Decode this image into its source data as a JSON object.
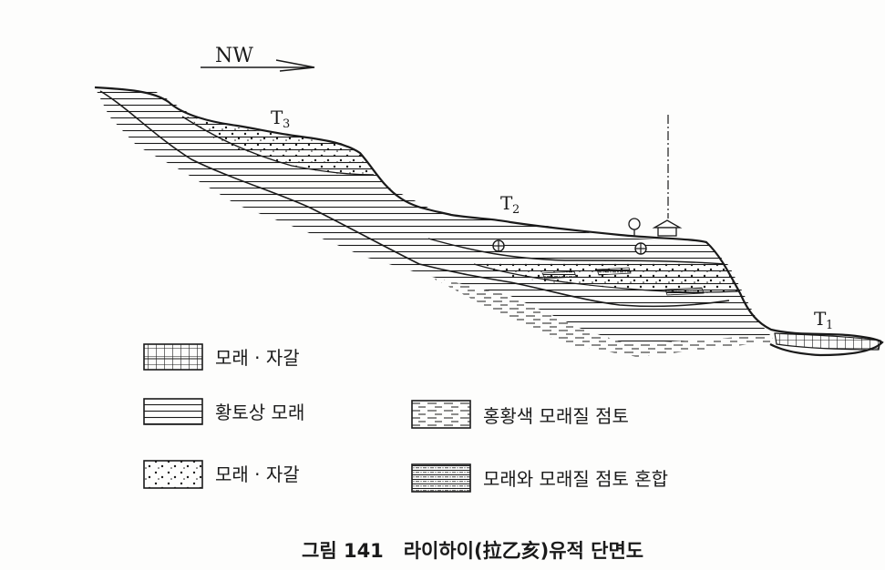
{
  "direction": {
    "label": "NW"
  },
  "terraces": {
    "t3": {
      "letter": "T",
      "sub": "3"
    },
    "t2": {
      "letter": "T",
      "sub": "2"
    },
    "t1": {
      "letter": "T",
      "sub": "1"
    }
  },
  "legend": {
    "items": [
      {
        "pattern": "gravel-grid",
        "label": "모래 · 자갈"
      },
      {
        "pattern": "horizontal-lines",
        "label": "황토상 모래"
      },
      {
        "pattern": "sand-dots",
        "label": "모래 · 자갈"
      },
      {
        "pattern": "dashed-clay",
        "label": "홍황색 모래질 점토"
      },
      {
        "pattern": "dense-mixed",
        "label": "모래와 모래질 점토 혼합"
      }
    ]
  },
  "caption": "그림 141   라이하이(拉乙亥)유적 단면도",
  "colors": {
    "ink": "#1a1a1a",
    "paper": "#fdfdfc"
  }
}
